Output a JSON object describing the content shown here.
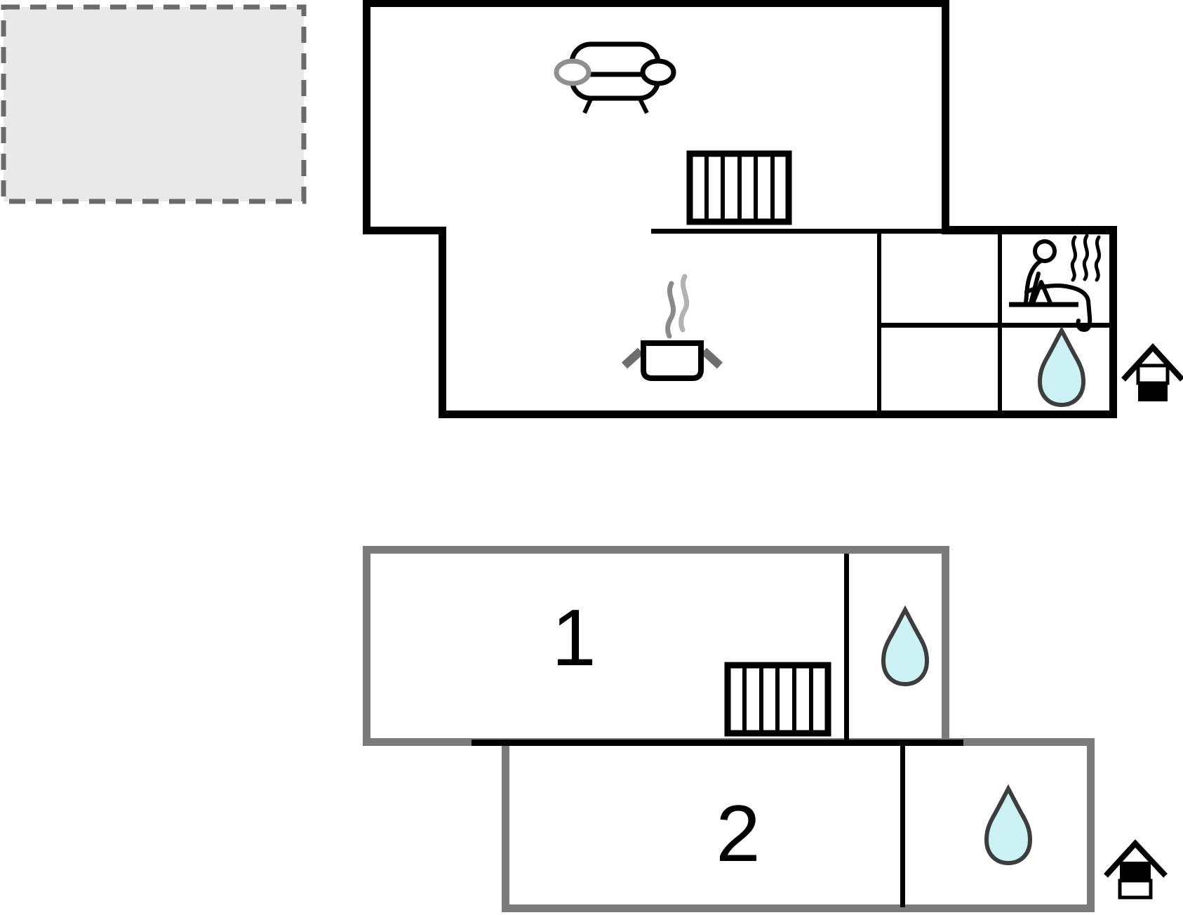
{
  "plan": {
    "type": "floor-plan",
    "floors": [
      {
        "name": "upper-floor",
        "features": [
          "terrace",
          "living-room",
          "kitchen",
          "hall",
          "sauna",
          "shower-room"
        ]
      },
      {
        "name": "lower-floor",
        "features": [
          "bedroom-1",
          "bedroom-2",
          "bathroom-1",
          "bathroom-2"
        ]
      }
    ]
  },
  "labels": {
    "bedroom1": "1",
    "bedroom2": "2"
  },
  "icons": [
    "sofa-icon",
    "radiator-icon-upper",
    "radiator-icon-lower",
    "cooking-pot-steam-icon",
    "sauna-person-steam-icon",
    "water-drop-icon-shower",
    "water-drop-icon-bath1",
    "water-drop-icon-bath2",
    "house-entrance-icon-upper",
    "house-entrance-icon-lower"
  ],
  "colors": {
    "wall_black": "#000000",
    "wall_gray": "#7b7b7b",
    "divider_black": "#000000",
    "terrace_fill": "#e9e9e9",
    "terrace_border": "#6b6b6b",
    "drop_fill": "#ccf2f6",
    "drop_stroke": "#3d3d3d",
    "steam_dark": "#8a8a8a",
    "steam_light": "#b2b2b2",
    "handle_gray": "#6e6e6e",
    "armrest_gray": "#8f8f8f",
    "background": "#ffffff"
  }
}
